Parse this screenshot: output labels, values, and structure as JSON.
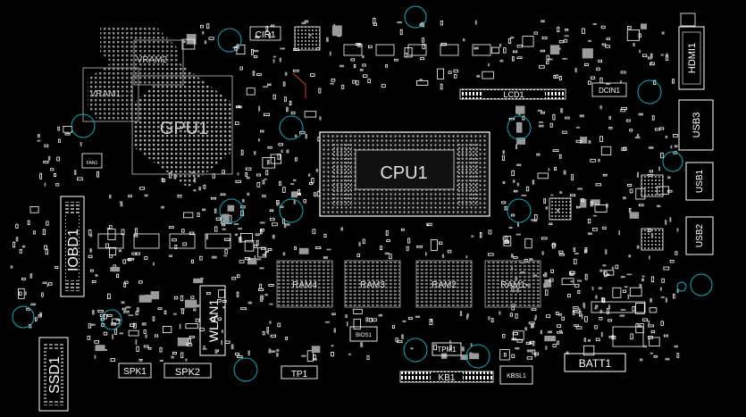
{
  "colors": {
    "background": "#000000",
    "silkscreen": "#ffffff",
    "dim_outline": "#bdbdbd",
    "mounting_hole": "#1fa8b8",
    "pad_grey": "#9a9a9a",
    "trace_red": "#c04040"
  },
  "labels": {
    "gpu": "GPU1",
    "cpu": "CPU1",
    "vram2": "VRAM2",
    "vram1": "VRAM1",
    "cir1": "CIR1",
    "lcd1": "LCD1",
    "dcin1": "DCIN1",
    "hdmi1": "HDMI1",
    "usb3": "USB3",
    "usb1": "USB1",
    "usb2": "USB2",
    "ram4": "RAM4",
    "ram3": "RAM3",
    "ram2": "RAM2",
    "ram1": "RAM1",
    "iobd1": "IOBD1",
    "wlan1": "WLAN1",
    "ssd1": "SSD1",
    "spk1": "SPK1",
    "spk2": "SPK2",
    "tp1": "TP1",
    "bios1": "BIOS1",
    "tpm1": "TPM1",
    "kb1": "KB1",
    "kbsl1": "KBSL1",
    "batt1": "BATT1",
    "fan1": "FAN1"
  }
}
